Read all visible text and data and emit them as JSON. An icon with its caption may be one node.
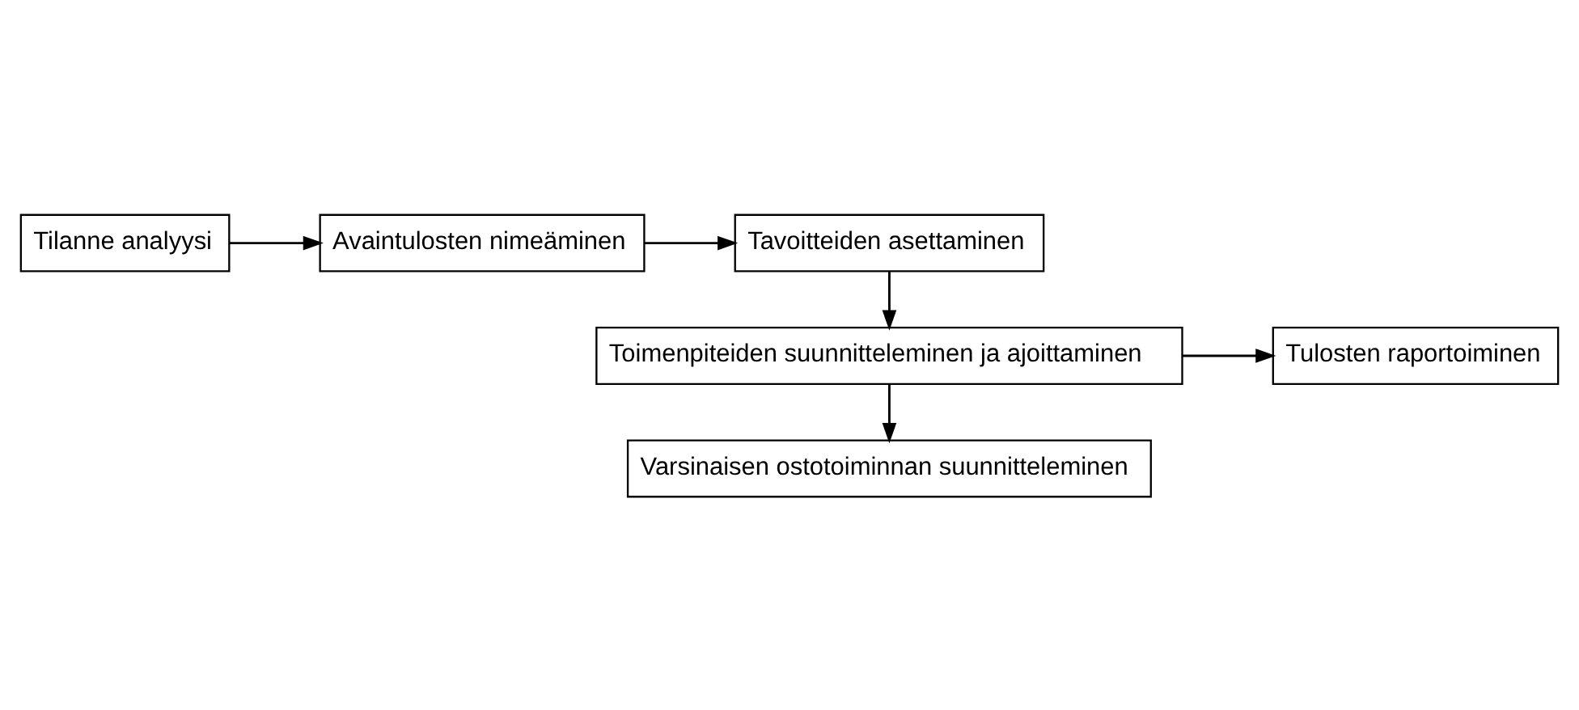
{
  "diagram": {
    "nodes": [
      {
        "text": [
          "Tilanne analyysi"
        ]
      },
      {
        "text": [
          "Avaintulosten nimeäminen"
        ]
      },
      {
        "text": [
          "Tavoitteiden asettaminen"
        ]
      },
      {
        "text": [
          "Toimenpiteiden suunnitteleminen ja ajoittaminen"
        ]
      },
      {
        "text": [
          "Tulosten raportoiminen"
        ]
      },
      {
        "text": [
          "Varsinaisen ostotoiminnan suunnitteleminen"
        ]
      }
    ],
    "edges": [
      {
        "from": 0,
        "to": 1,
        "arrow": "to"
      },
      {
        "from": 1,
        "to": 2,
        "arrow": "to"
      },
      {
        "from": 2,
        "to": 3,
        "arrow": "to"
      },
      {
        "from": 3,
        "to": 4,
        "arrow": "to"
      },
      {
        "from": 3,
        "to": 5,
        "arrow": "to"
      }
    ]
  }
}
